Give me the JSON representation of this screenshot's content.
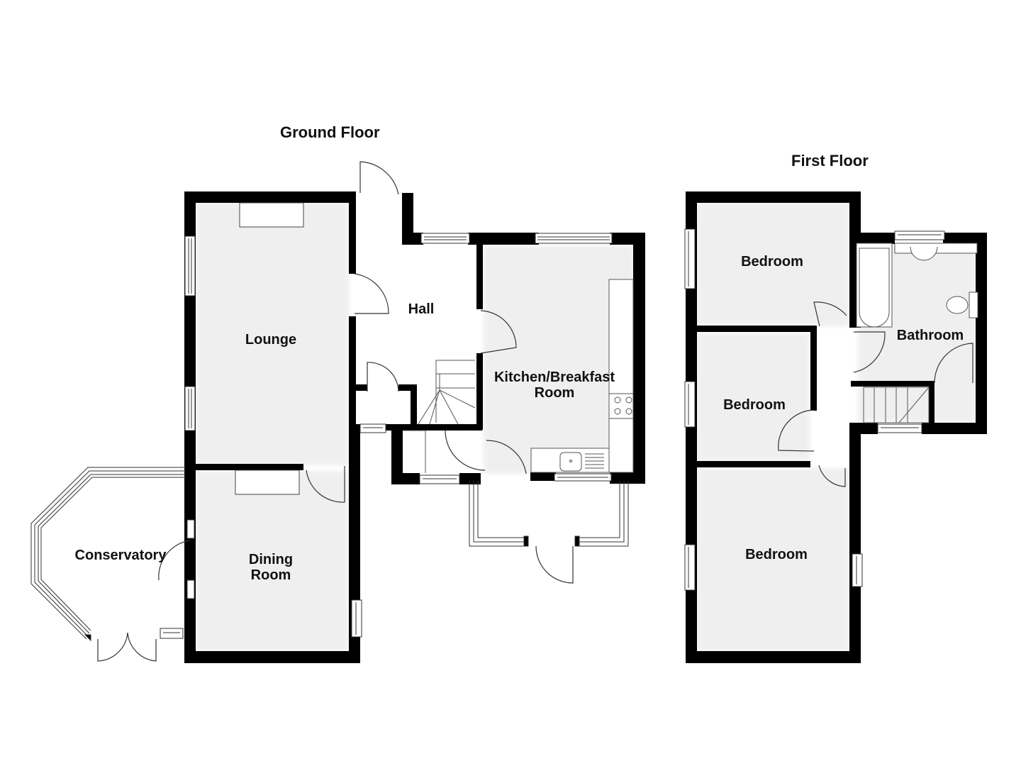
{
  "floors": [
    {
      "title": "Ground Floor",
      "rooms": [
        {
          "name": "Lounge"
        },
        {
          "name": "Hall"
        },
        {
          "name": "Kitchen/Breakfast Room",
          "line1": "Kitchen/Breakfast",
          "line2": "Room"
        },
        {
          "name": "Dining Room",
          "line1": "Dining",
          "line2": "Room"
        },
        {
          "name": "Conservatory"
        }
      ]
    },
    {
      "title": "First Floor",
      "rooms": [
        {
          "name": "Bedroom"
        },
        {
          "name": "Bedroom"
        },
        {
          "name": "Bedroom"
        },
        {
          "name": "Bathroom"
        }
      ]
    }
  ],
  "colors": {
    "wall": "#000000",
    "background": "#ffffff",
    "fixture_line": "#555555"
  }
}
